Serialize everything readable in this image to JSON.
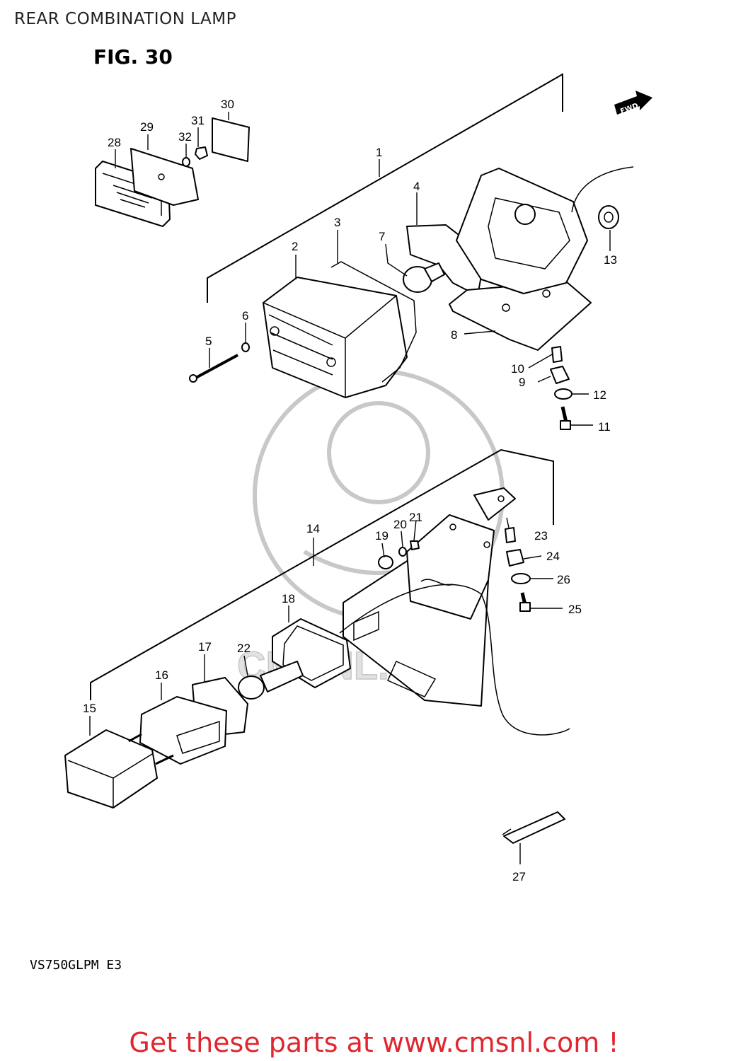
{
  "page": {
    "title": "REAR COMBINATION LAMP",
    "figure_label": "FIG. 30",
    "direction_marker": "FWD",
    "model_code": "VS750GLPM E3",
    "watermark_text": "CMSNL.COM",
    "cta_text": "Get these parts at www.cmsnl.com !"
  },
  "callouts": {
    "p1": "1",
    "p2": "2",
    "p3": "3",
    "p4": "4",
    "p5": "5",
    "p6": "6",
    "p7": "7",
    "p8": "8",
    "p9": "9",
    "p10": "10",
    "p11": "11",
    "p12": "12",
    "p13": "13",
    "p14": "14",
    "p15": "15",
    "p16": "16",
    "p17": "17",
    "p18": "18",
    "p19": "19",
    "p20": "20",
    "p21": "21",
    "p22": "22",
    "p23": "23",
    "p24": "24",
    "p25": "25",
    "p26": "26",
    "p27": "27",
    "p28": "28",
    "p29": "29",
    "p30": "30",
    "p31": "31",
    "p32": "32"
  },
  "colors": {
    "cta": "#e0262e",
    "line": "#000000",
    "watermark": "#c8c8c8"
  }
}
